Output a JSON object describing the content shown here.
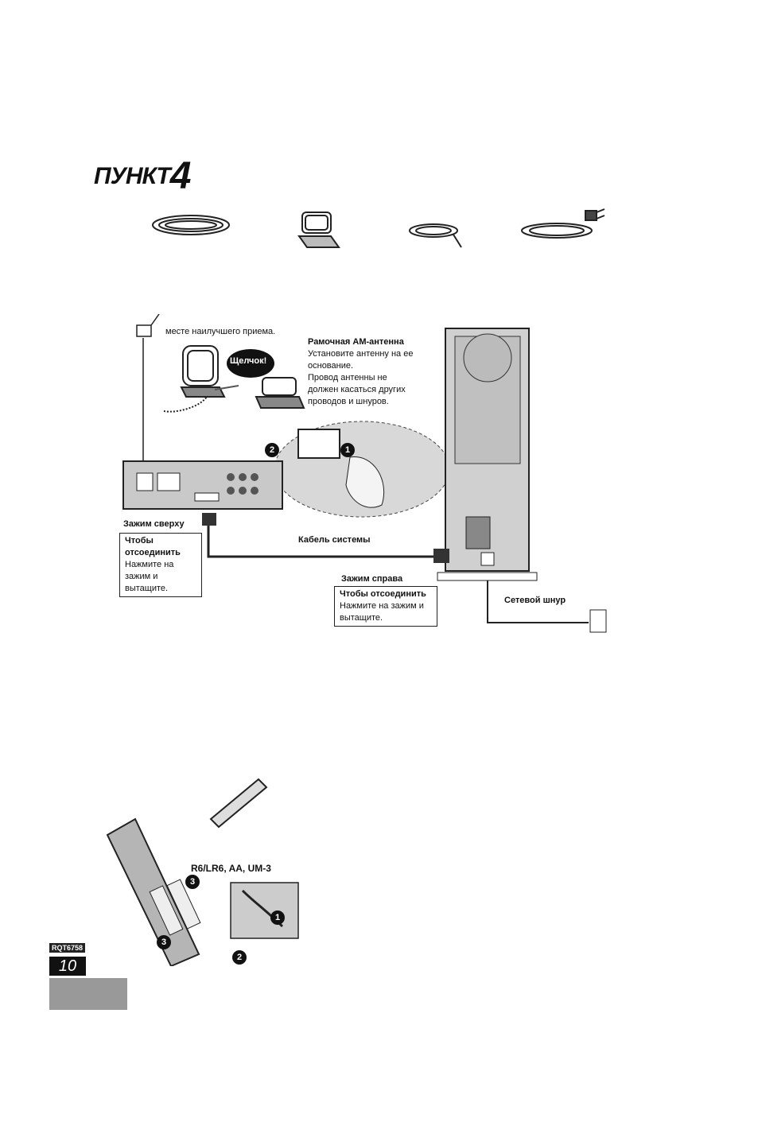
{
  "header": {
    "word": "ПУНКТ",
    "number": "4"
  },
  "diagram": {
    "best_reception": "месте наилучшего приема.",
    "click": "Щелчок!",
    "am_antenna": {
      "title": "Рамочная АМ-антенна",
      "line1": "Установите антенну на ее",
      "line2": "основание.",
      "line3": "Провод антенны не",
      "line4": "должен касаться других",
      "line5": "проводов и шнуров."
    },
    "top_clamp": "Зажим сверху",
    "disconnect_left": {
      "line1": "Чтобы",
      "line2": "отсоединить",
      "line3": "Нажмите на",
      "line4": "зажим и",
      "line5": "вытащите."
    },
    "system_cable": "Кабель системы",
    "right_clamp": "Зажим справа",
    "disconnect_right": {
      "line1": "Чтобы отсоединить",
      "line2": "Нажмите на зажим и",
      "line3": "вытащите."
    },
    "power_cord": "Сетевой шнур",
    "step1": "1",
    "step2": "2"
  },
  "remote": {
    "battery": "R6/LR6, AA, UM-3",
    "step1": "1",
    "step2": "2",
    "step3": "3"
  },
  "footer": {
    "code": "RQT6758",
    "page": "10"
  }
}
